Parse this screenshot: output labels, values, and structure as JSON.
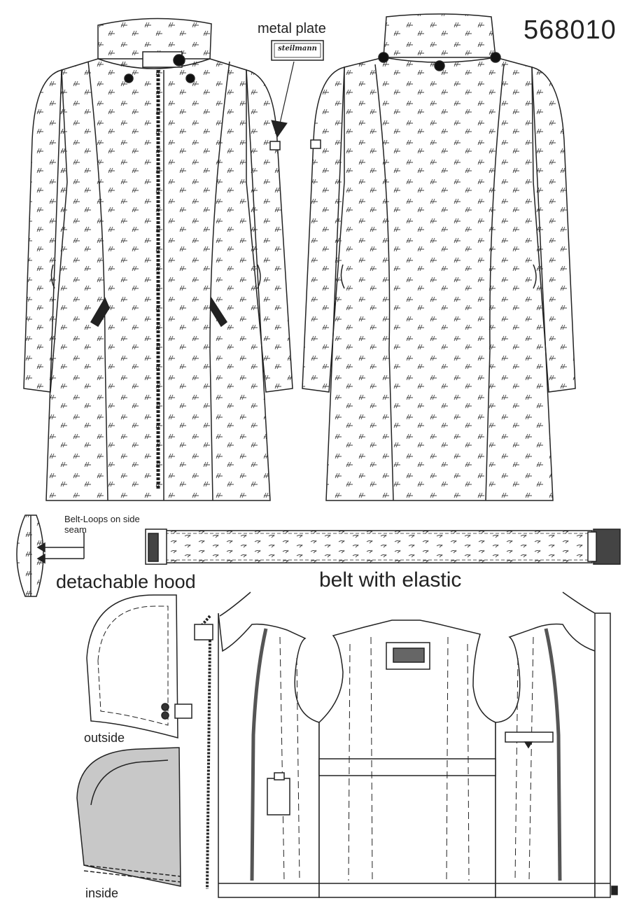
{
  "style_number": "568010",
  "labels": {
    "metal_plate": "metal plate",
    "plate_brand": "steilmann",
    "belt_loops": "Belt-Loops on side seam",
    "detachable_hood": "detachable hood",
    "belt": "belt with elastic",
    "hood_outside": "outside",
    "hood_inside": "inside"
  },
  "colors": {
    "outline": "#222222",
    "hood_lining": "#c8c8c8",
    "zip": "#555555"
  }
}
